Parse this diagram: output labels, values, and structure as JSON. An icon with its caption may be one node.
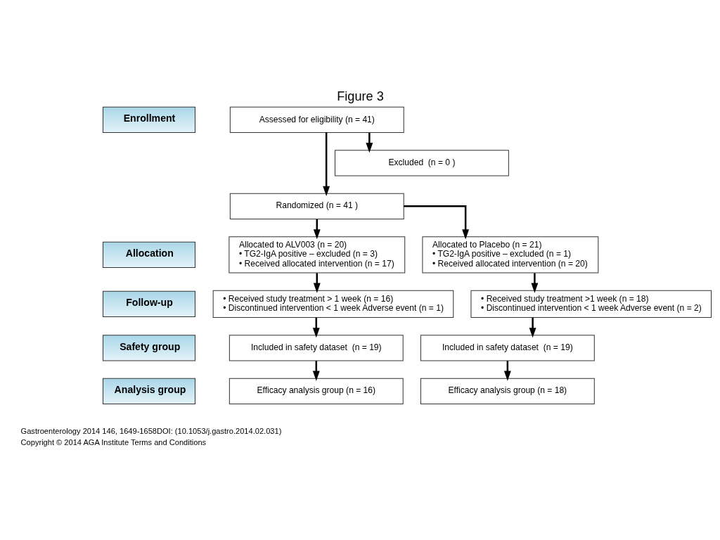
{
  "diagram": {
    "title": "Figure 3",
    "nodes": [
      {
        "text": [
          "Enrollment"
        ]
      },
      {
        "text": [
          "Assessed for eligibility (n = 41)"
        ]
      },
      {
        "text": [
          "Excluded  (n = 0 )"
        ]
      },
      {
        "text": [
          "Randomized (n = 41 )"
        ]
      },
      {
        "text": [
          "Allocation"
        ]
      },
      {
        "text": [
          "Allocated to ALV003 (n = 20)",
          "• TG2-IgA positive – excluded (n = 3)",
          "• Received allocated intervention (n = 17)"
        ]
      },
      {
        "text": [
          "Allocated to Placebo (n = 21)",
          "• TG2-IgA positive – excluded (n = 1)",
          "• Received allocated intervention (n = 20)"
        ]
      },
      {
        "text": [
          "Follow-up"
        ]
      },
      {
        "text": [
          "• Received study treatment > 1 week (n = 16)",
          "• Discontinued intervention < 1 week Adverse event (n = 1)"
        ]
      },
      {
        "text": [
          "• Received study treatment >1 week (n = 18)",
          "• Discontinued intervention < 1 week Adverse event (n = 2)"
        ]
      },
      {
        "text": [
          "Safety group"
        ]
      },
      {
        "text": [
          "Included in safety dataset  (n = 19)"
        ]
      },
      {
        "text": [
          "Included in safety dataset  (n = 19)"
        ]
      },
      {
        "text": [
          "Analysis group"
        ]
      },
      {
        "text": [
          "Efficacy analysis group (n = 16)"
        ]
      },
      {
        "text": [
          "Efficacy analysis group (n = 18)"
        ]
      }
    ],
    "edges": [
      {
        "from": 1,
        "to": 3,
        "arrow": "to"
      },
      {
        "from": 1,
        "to": 2,
        "arrow": "to"
      },
      {
        "from": 3,
        "to": 5,
        "arrow": "to"
      },
      {
        "from": 3,
        "to": 6,
        "arrow": "to"
      },
      {
        "from": 5,
        "to": 8,
        "arrow": "to"
      },
      {
        "from": 6,
        "to": 9,
        "arrow": "to"
      },
      {
        "from": 8,
        "to": 11,
        "arrow": "to"
      },
      {
        "from": 9,
        "to": 12,
        "arrow": "to"
      },
      {
        "from": 11,
        "to": 14,
        "arrow": "to"
      },
      {
        "from": 12,
        "to": 15,
        "arrow": "to"
      }
    ],
    "labels": [
      "Gastroenterology 2014 146, 1649-1658DOI: (10.1053/j.gastro.2014.02.031)",
      "Copyright © 2014 AGA Institute Terms and Conditions"
    ]
  }
}
